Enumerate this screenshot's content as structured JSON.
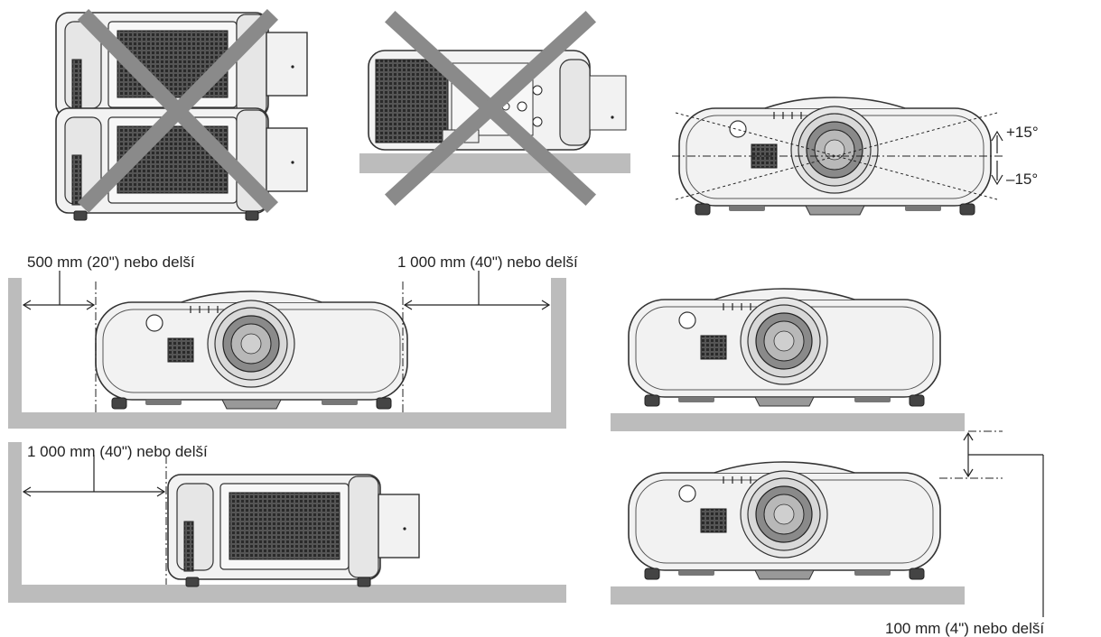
{
  "labels": {
    "tilt_up": "+15°",
    "tilt_down": "–15°",
    "clear_left": "500 mm (20\") nebo delší",
    "clear_right": "1 000 mm (40\") nebo delší",
    "clear_side": "1 000 mm (40\") nebo delší",
    "clear_stack": "100 mm (4\") nebo delší"
  },
  "colors": {
    "floor": "#bcbcbc",
    "cross": "#8a8a8a",
    "outline": "#333333",
    "body": "#f2f2f2"
  },
  "icons": {
    "prohibited_mark": "x-cross-icon",
    "projector": "projector-icon"
  }
}
